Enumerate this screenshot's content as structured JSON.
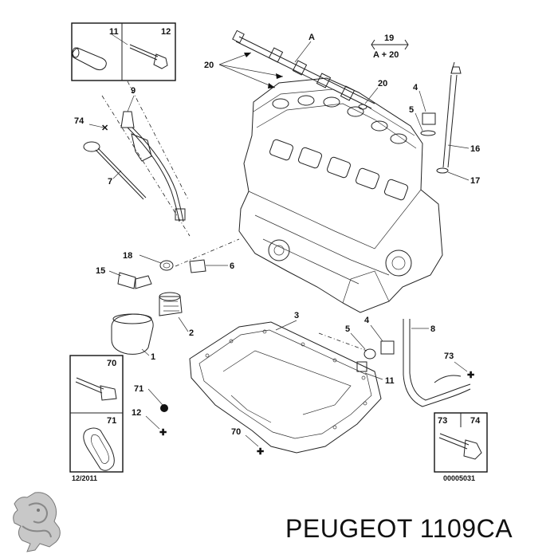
{
  "brand": {
    "caption": "PEUGEOT 1109CA",
    "logo_icon": "peugeot-lion-icon"
  },
  "diagram": {
    "date_code": "12/2011",
    "reference_code": "00005031",
    "formula": {
      "top": "19",
      "bottom": "A + 20"
    },
    "callouts": {
      "A": "A",
      "c20a": "20",
      "c20b": "20",
      "c4a": "4",
      "c5a": "5",
      "c16": "16",
      "c17": "17",
      "c9": "9",
      "c74": "74",
      "c7": "7",
      "c18": "18",
      "c6": "6",
      "c15": "15",
      "c3": "3",
      "c2": "2",
      "c1": "1",
      "c4b": "4",
      "c5b": "5",
      "c8": "8",
      "c73": "73",
      "c11": "11",
      "c71": "71",
      "c12": "12",
      "c70": "70"
    },
    "inset_boxes": {
      "top_left": {
        "left": "11",
        "right": "12"
      },
      "left_upper": {
        "label": "70"
      },
      "left_lower": {
        "label": "71"
      },
      "right": {
        "left": "73",
        "right": "74"
      }
    }
  }
}
